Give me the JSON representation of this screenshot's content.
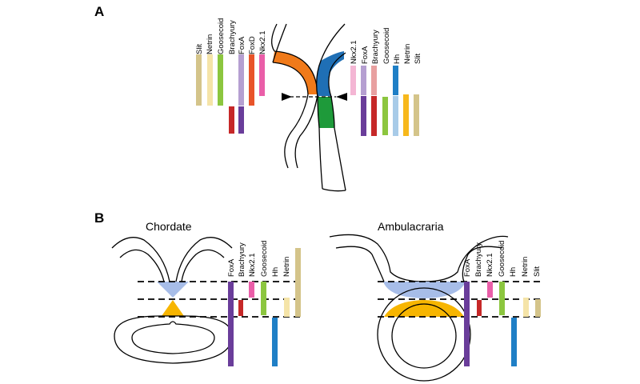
{
  "panel_a": {
    "label": "A",
    "left_genes": [
      "Slit",
      "Netrin",
      "Goosecoid",
      "Brachyury",
      "FoxA",
      "FoxD",
      "Nkx2.1"
    ],
    "right_genes": [
      "Nkx2.1",
      "FoxA",
      "Brachyury",
      "Goosecoid",
      "Hh",
      "Netrin",
      "Slit"
    ]
  },
  "panel_b": {
    "label": "B",
    "chordate_title": "Chordate",
    "ambulacraria_title": "Ambulacraria",
    "chordate_genes": [
      "FoxA",
      "Brachyury",
      "Nkx2.1",
      "Goosecoid",
      "Hh",
      "Netrin",
      "Slit"
    ],
    "ambulacraria_genes": [
      "FoxA",
      "Brachyury",
      "Nkx2.1",
      "Goosecoid",
      "Hh",
      "Netrin",
      "Slit"
    ]
  },
  "colors": {
    "slit": "#d4c48a",
    "netrin": "#f5e4a8",
    "goosecoid": "#8cc63f",
    "brachyury": "#c62828",
    "brachyury_light": "#e8a0a0",
    "foxa": "#6a3d9a",
    "foxa_light": "#b59fd1",
    "foxd": "#e8542a",
    "nkx21": "#ea5ea8",
    "nkx21_light": "#f4b6d4",
    "hh": "#1f7fc6",
    "hh_light": "#a8cbe8",
    "netrin_strong": "#f7b81c",
    "orange": "#f07a1a",
    "blue": "#1f6fb5",
    "green": "#1e9a3a",
    "pale_blue": "#a7bde8",
    "yellow": "#f7b500"
  }
}
